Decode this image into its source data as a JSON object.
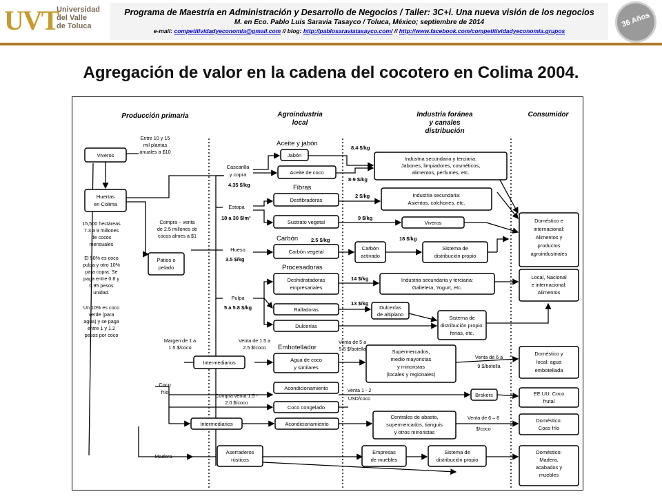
{
  "header": {
    "logo_text": "UVT",
    "university_name": [
      "Universidad",
      "del Valle",
      "de Toluca"
    ],
    "line1": "Programa de Maestría en Administración y Desarrollo de Negocios / Taller: 3C+i. Una nueva visión de los negocios",
    "line2": "M. en Eco. Pablo Luis Saravia Tasayco / Toluca, México; septiembre de 2014",
    "email_label": "e-mail:",
    "email": "competitividadyeconomia@gmail.com",
    "blog_label": "// blog:",
    "blog": "http://pablosaraviatasayco.com/",
    "sep": "//",
    "facebook": "http://www.facebook.com/competitividadyeconomia.grupos",
    "badge": "36 Años"
  },
  "title": "Agregación de valor en la cadena del cocotero en Colima 2004.",
  "diagram": {
    "columns": {
      "c1": "Producción primaria",
      "c2a": "Agroindustria",
      "c2b": "local",
      "c3a": "Industria foránea",
      "c3b": "y canales",
      "c3c": "distribución",
      "c4": "Consumidor"
    },
    "notes": {
      "entre": [
        "Entre 10 y 15",
        "mil plantas",
        "anuales a $10"
      ],
      "hectareas": [
        "15,500 hectáreas",
        "7.3 a 9 millones",
        "de cocos",
        "mensuales"
      ],
      "copra_pct": [
        "El 50% es coco",
        "pulpa y otro 10%",
        "para copra. Se",
        "paga entre 0.8 y",
        "0.95 pesos",
        "unidad."
      ],
      "verde_pct": [
        "Un 10% es coco",
        "verde (para",
        "agua) y se paga",
        "entre 1 y 1.2",
        "pesos por coco"
      ],
      "compra": [
        "Compra – venta",
        "de 2.5 millones de",
        "cocos almes a $1"
      ],
      "margen": [
        "Margen de 1 a",
        "1.5 $/coco"
      ],
      "venta_bot1": [
        "Venta de 1.5 a",
        "2.5 $/coco"
      ],
      "venta_bot2": [
        "Venta de 5 a",
        "5.5 $/botella"
      ],
      "venta_6": [
        "Venta de 6 a",
        "9 $/botella"
      ],
      "compra_15": [
        "Compra venta 1.5 -",
        "2.0 $/coco"
      ],
      "venta_12": [
        "Venta 1 - 2",
        "USD/coco"
      ],
      "venta_68": [
        "Venta de 6 – 8",
        "$/coco"
      ]
    },
    "prices": {
      "jabon_price": "8.4 $/kg",
      "aceite_price": "8-9 $/kg",
      "cascarilla_price": "4.35 $/kg",
      "fibras_price": "2 $/kg",
      "estopa_price": "18 a 30 $/m³",
      "sustrato_price": "9 $/kg",
      "carbon_price": "2.5 $/kg",
      "hueso_price": "3.5 $/kg",
      "carbon_act_price": "18 $/kg",
      "pulpa_price": "5 a 5.8 $/kg",
      "deshidrat_price": "14 $/kg",
      "ralladoras_price": "13 $/kg"
    },
    "sections": {
      "aceite": "Aceite y jabón",
      "fibras": "Fibras",
      "carbon": "Carbón",
      "procesadoras": "Procesadoras",
      "embotellador": "Embotellador"
    },
    "labels": {
      "cascarilla": [
        "Cascarilla",
        "y copra"
      ],
      "estopa": "Estopa",
      "hueso": "Hueso",
      "pulpa": "Pulpa",
      "coco_frio": [
        "Coco",
        "frío"
      ],
      "madera": "Madera"
    },
    "boxes": {
      "viveros1": "Viveros",
      "huertas": [
        "Huertas",
        "en Colima"
      ],
      "patios": [
        "Patios o",
        "pelado"
      ],
      "jabon": "Jabón",
      "aceite_coco": "Aceite de coco",
      "ind_sec1": [
        "Industria secundaria y terciaria:",
        "Jabones, limpiadores, cosméticos,",
        "alimentos, perfumes, etc."
      ],
      "desfibradoras": "Desfibradoras",
      "ind_sec2": [
        "Industria secundaria:",
        "Asientos, colchones, etc."
      ],
      "sustrato": "Sustrato vegetal",
      "viveros2": "Viveros",
      "cons_dom1": [
        "Doméstico e",
        "internacional:",
        "Alimentos y",
        "productos",
        "agroindustriales"
      ],
      "carbon_veg": "Carbón vegetal",
      "carbon_act": [
        "Carbón",
        "activado"
      ],
      "sist1": [
        "Sistema de",
        "distribución propio"
      ],
      "deshidrat": [
        "Deshidratadoras",
        "empresariales"
      ],
      "ind_sec3": [
        "Industria secundaria y terciaria:",
        "Galletera, Yogurt, etc."
      ],
      "cons_local": [
        "Local, Nacional",
        "e internacional:",
        "Alimentos"
      ],
      "ralladoras": "Ralladoras",
      "dulcerias_mayoreo": [
        "Dulcerías",
        "de altiplano"
      ],
      "dulcerias": "Dulcerías",
      "sist2": [
        "Sistema de",
        "distribución propio:",
        "ferias, etc."
      ],
      "intermediarios1": "Intermediarios",
      "agua_coco": [
        "Agua de coco",
        "y similares"
      ],
      "supermercados": [
        "Supermercados,",
        "medio mayoristas",
        "y minoristas",
        "(locales y regionales)"
      ],
      "cons_agua": [
        "Doméstico y",
        "local: agua",
        "embotellada"
      ],
      "acond1": "Acondicionamiento",
      "brokers": "Brokers",
      "eeuu": [
        "EE.UU: Coco",
        "frutal"
      ],
      "coco_cong": "Coco congelado",
      "intermediarios2": "Intermediarios",
      "acond2": "Acondicionamiento",
      "centrales": [
        "Centrales de abasto,",
        "supermercados, tianguis",
        "y otros minoristas"
      ],
      "cons_coco": [
        "Doméstico:",
        "Coco frío"
      ],
      "aserraderos": [
        "Aserraderos",
        "rústicos"
      ],
      "empresas_muebles": [
        "Empresas",
        "de muebles"
      ],
      "sist3": [
        "Sistema de",
        "distribución propio"
      ],
      "cons_madera": [
        "Doméstico:",
        "Madera,",
        "acabados y",
        "muebles"
      ]
    }
  }
}
